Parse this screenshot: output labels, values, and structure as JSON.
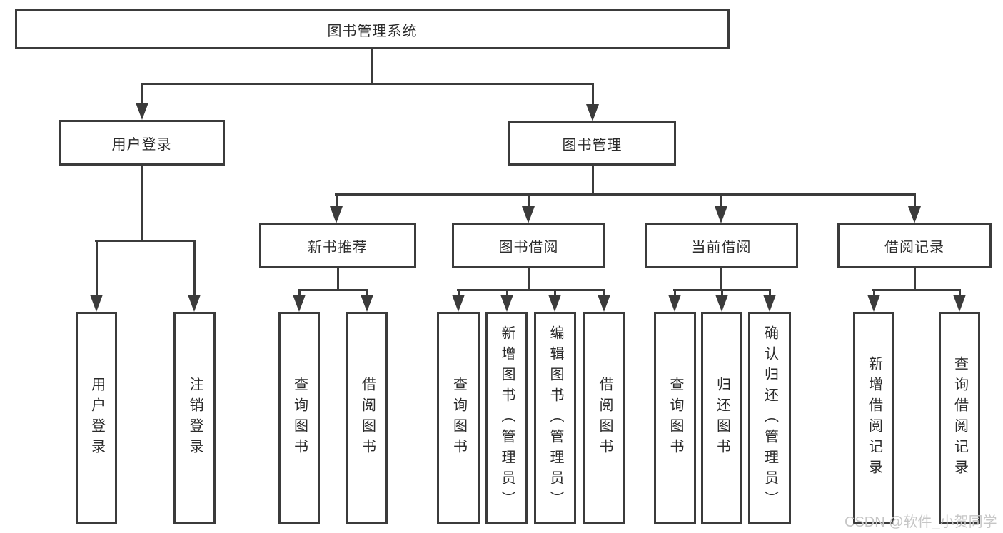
{
  "diagram": {
    "root": {
      "label": "图书管理系统"
    },
    "level2": [
      {
        "label": "用户登录"
      },
      {
        "label": "图书管理"
      }
    ],
    "level3": [
      {
        "label": "新书推荐"
      },
      {
        "label": "图书借阅"
      },
      {
        "label": "当前借阅"
      },
      {
        "label": "借阅记录"
      }
    ],
    "leaves": {
      "user_login": [
        {
          "label": "用户登录"
        },
        {
          "label": "注销登录"
        }
      ],
      "new_book_recommend": [
        {
          "label": "查询图书"
        },
        {
          "label": "借阅图书"
        }
      ],
      "book_borrow": [
        {
          "label": "查询图书"
        },
        {
          "label": "新增图书（管理员）"
        },
        {
          "label": "编辑图书（管理员）"
        },
        {
          "label": "借阅图书"
        }
      ],
      "current_borrow": [
        {
          "label": "查询图书"
        },
        {
          "label": "归还图书"
        },
        {
          "label": "确认归还（管理员）"
        }
      ],
      "borrow_record": [
        {
          "label": "新增借阅记录"
        },
        {
          "label": "查询借阅记录"
        }
      ]
    },
    "watermark": "CSDN @软件_小贺同学",
    "colors": {
      "line": "#3b3b3b",
      "text": "#2b2b2b",
      "watermark": "#c6c6c6",
      "background": "#ffffff"
    }
  }
}
